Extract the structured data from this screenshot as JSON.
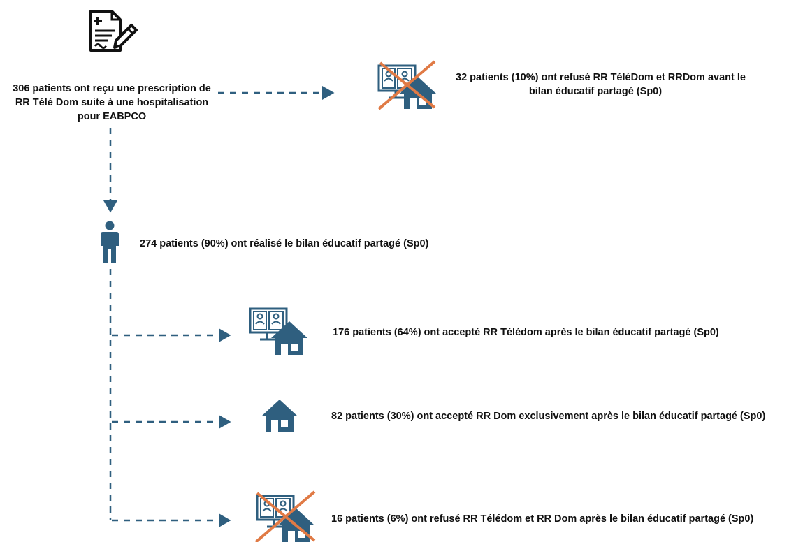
{
  "nodes": {
    "start": "306 patients ont reçu une prescription de RR Télé Dom suite à une hospitalisation pour EABPCO",
    "refused_before_line1": "32 patients (10%) ont refusé RR TéléDom et RRDom avant le",
    "refused_before_line2": "bilan éducatif partagé (Sp0)",
    "bilan_done": "274 patients (90%) ont réalisé le bilan éducatif partagé (Sp0)",
    "accepted_teledom": "176 patients (64%) ont accepté RR Télédom après le bilan éducatif partagé (Sp0)",
    "accepted_dom": "82 patients (30%) ont accepté RR Dom exclusivement après le bilan éducatif partagé (Sp0)",
    "refused_after": "16 patients (6%) ont refusé RR Télédom et RR Dom après le bilan éducatif partagé (Sp0)"
  },
  "icons": {
    "prescription": "prescription-document-icon",
    "person": "person-icon",
    "teleconsult_home": "teleconsultation-home-icon",
    "home": "home-icon",
    "refused_cross": "refused-cross-icon"
  },
  "colors": {
    "accent": "#2f5f7f",
    "cross": "#e07a45",
    "text": "#111111"
  }
}
